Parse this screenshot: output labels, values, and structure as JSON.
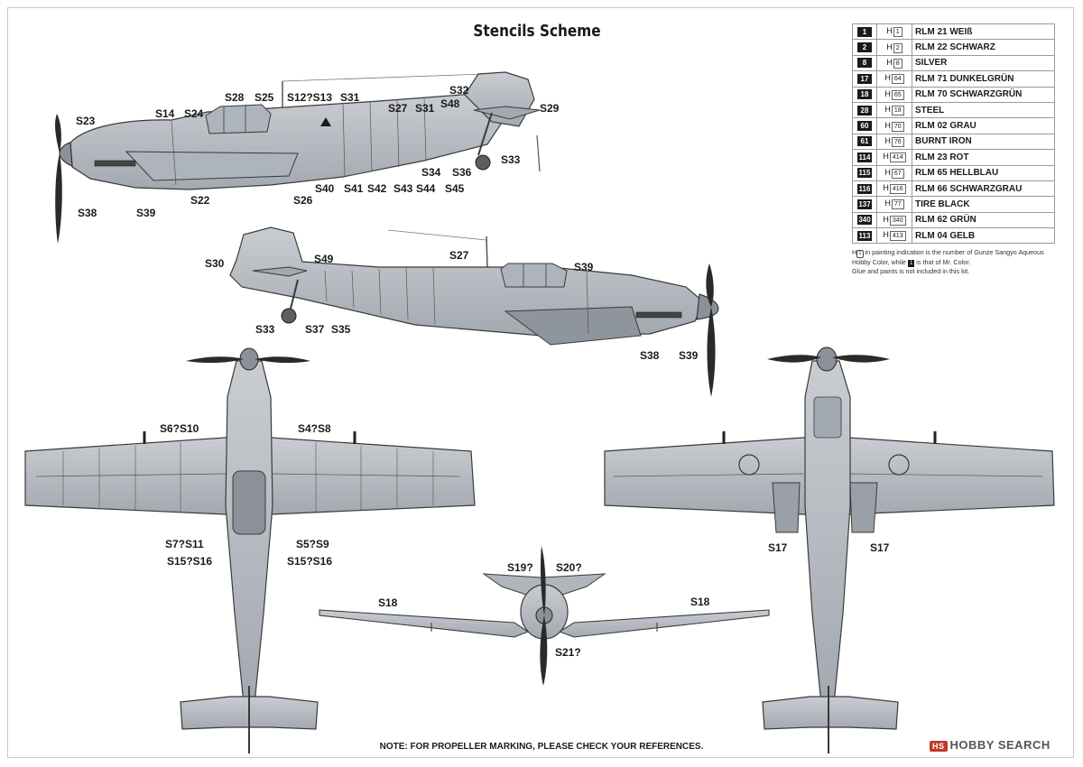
{
  "title": "Stencils Scheme",
  "colors": [
    {
      "mr_color": "1",
      "hobby": "1",
      "name": "RLM 21 WEIß"
    },
    {
      "mr_color": "2",
      "hobby": "2",
      "name": "RLM 22 SCHWARZ"
    },
    {
      "mr_color": "8",
      "hobby": "8",
      "name": "SILVER"
    },
    {
      "mr_color": "17",
      "hobby": "64",
      "name": "RLM 71 DUNKELGRÜN"
    },
    {
      "mr_color": "18",
      "hobby": "65",
      "name": "RLM 70 SCHWARZGRÜN"
    },
    {
      "mr_color": "28",
      "hobby": "18",
      "name": "STEEL"
    },
    {
      "mr_color": "60",
      "hobby": "70",
      "name": "RLM 02 GRAU"
    },
    {
      "mr_color": "61",
      "hobby": "76",
      "name": "BURNT IRON"
    },
    {
      "mr_color": "114",
      "hobby": "414",
      "name": "RLM 23 ROT"
    },
    {
      "mr_color": "115",
      "hobby": "67",
      "name": "RLM 65 HELLBLAU"
    },
    {
      "mr_color": "116",
      "hobby": "416",
      "name": "RLM 66 SCHWARZGRAU"
    },
    {
      "mr_color": "137",
      "hobby": "77",
      "name": "TIRE BLACK"
    },
    {
      "mr_color": "340",
      "hobby": "340",
      "name": "RLM 62 GRÜN"
    },
    {
      "mr_color": "113",
      "hobby": "413",
      "name": "RLM 04 GELB"
    }
  ],
  "footnote": {
    "h_prefix": "H",
    "box1": "1",
    "line1": "in painting indication is the number of Gunze Sangyo Aqueous",
    "line2a": "Hobby Color, while",
    "box2": "1",
    "line2b": "is that of Mr. Color.",
    "line3": "Glue and paints is not included in this kit."
  },
  "note": "NOTE: FOR PROPELLER MARKING, PLEASE CHECK YOUR REFERENCES.",
  "watermark": {
    "badge": "HS",
    "text": "HOBBY SEARCH"
  },
  "labels": {
    "side_left": [
      "S23",
      "S14",
      "S24",
      "S28",
      "S25",
      "S12?S13",
      "S31",
      "S32",
      "S48",
      "S27",
      "S31",
      "S29",
      "S33",
      "S36",
      "S34",
      "S45",
      "S44",
      "S43",
      "S42",
      "S41",
      "S40",
      "S26",
      "S22",
      "S39",
      "S38"
    ],
    "side_right": [
      "S30",
      "S49",
      "S27",
      "S39",
      "S33",
      "S37",
      "S35",
      "S38",
      "S39"
    ],
    "top_view": [
      "S6?S10",
      "S4?S8",
      "S7?S11",
      "S5?S9",
      "S15?S16",
      "S15?S16"
    ],
    "bottom_view": [
      "S17",
      "S17"
    ],
    "front_view": [
      "S19?",
      "S20?",
      "S18",
      "S18",
      "S21?"
    ]
  },
  "palette": {
    "airframe": "#b7bcc2",
    "airframe_dark": "#9aa0a7",
    "line": "#3a3a3a",
    "prop": "#2a2a2a"
  }
}
